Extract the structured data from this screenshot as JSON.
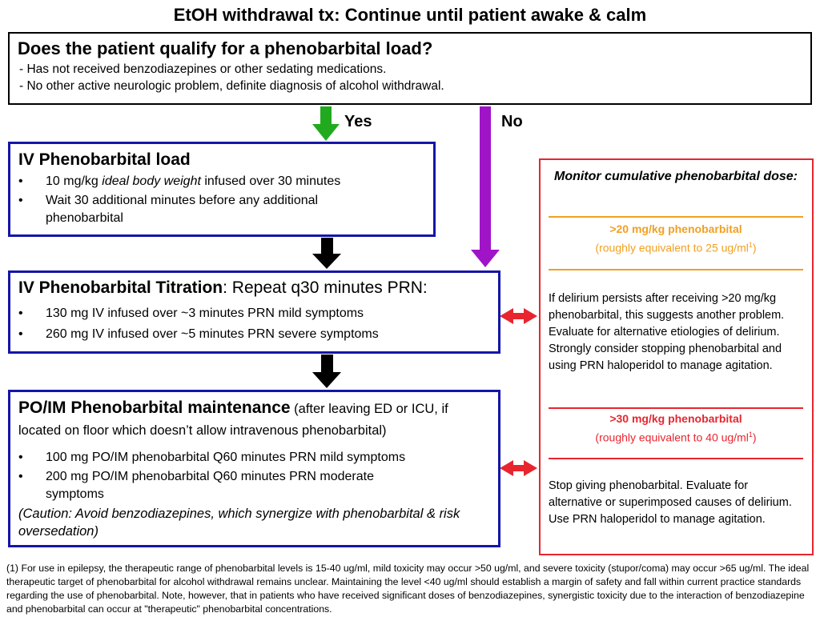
{
  "title": "EtOH withdrawal tx: Continue until patient awake & calm",
  "question": {
    "heading": "Does the patient qualify for a phenobarbital load?",
    "criteria": [
      " - Has not received benzodiazepines or other sedating medications.",
      " - No other active neurologic problem, definite diagnosis of alcohol withdrawal."
    ]
  },
  "branches": {
    "yes": "Yes",
    "no": "No"
  },
  "load": {
    "heading": "IV Phenobarbital load",
    "bullet_char": "•",
    "items": [
      {
        "pre": "10 mg/kg ",
        "em": "ideal body weight",
        "post": " infused over 30 minutes"
      },
      {
        "text": "Wait 30 additional minutes before any additional phenobarbital"
      }
    ]
  },
  "titration": {
    "heading": "IV Phenobarbital Titration",
    "heading_rest": ": Repeat q30 minutes PRN:",
    "items": [
      "130 mg IV infused over ~3 minutes PRN mild symptoms",
      "260 mg IV infused over ~5 minutes PRN severe symptoms"
    ]
  },
  "maintenance": {
    "heading": "PO/IM Phenobarbital maintenance",
    "heading_note": " (after leaving ED or ICU, if located on floor which doesn’t allow intravenous phenobarbital)",
    "items": [
      "100 mg PO/IM phenobarbital Q60 minutes PRN mild symptoms",
      "200 mg PO/IM phenobarbital Q60 minutes PRN moderate symptoms"
    ],
    "caution": "(Caution: Avoid benzodiazepines, which synergize with phenobarbital & risk oversedation)"
  },
  "monitor": {
    "heading": "Monitor cumulative phenobarbital dose:",
    "threshold1": {
      "label": ">20 mg/kg phenobarbital",
      "equiv": "(roughly equivalent to 25 ug/ml",
      "sup": "1",
      "close": ")"
    },
    "text1": "If delirium persists after receiving >20 mg/kg phenobarbital, this suggests another problem.  Evaluate for alternative etiologies of delirium.  Strongly consider stopping phenobarbital and using PRN haloperidol to manage agitation.",
    "threshold2": {
      "label": ">30 mg/kg phenobarbital",
      "equiv": "(roughly equivalent to 40 ug/ml",
      "sup": "1",
      "close": ")"
    },
    "text2": "Stop giving phenobarbital.  Evaluate for alternative or superimposed causes of delirium.  Use PRN haloperidol to manage agitation."
  },
  "footnote": "(1) For use in epilepsy, the therapeutic range of phenobarbital levels is 15-40 ug/ml, mild toxicity may occur >50 ug/ml, and severe toxicity (stupor/coma) may occur >65 ug/ml.  The ideal therapeutic target of phenobarbital for alcohol withdrawal remains unclear.  Maintaining the level <40 ug/ml should establish a margin of safety and fall within current practice standards regarding the use of phenobarbital.  Note, however, that in patients who have received significant doses of benzodiazepines, synergistic toxicity due to the interaction of benzodiazepine and phenobarbital can occur at \"therapeutic\" phenobarbital concentrations.",
  "colors": {
    "blue_border": "#1515a8",
    "red": "#e8252e",
    "orange": "#f0a022",
    "green_arrow": "#22aa1e",
    "purple_arrow": "#a014c8",
    "black_arrow": "#000000"
  }
}
